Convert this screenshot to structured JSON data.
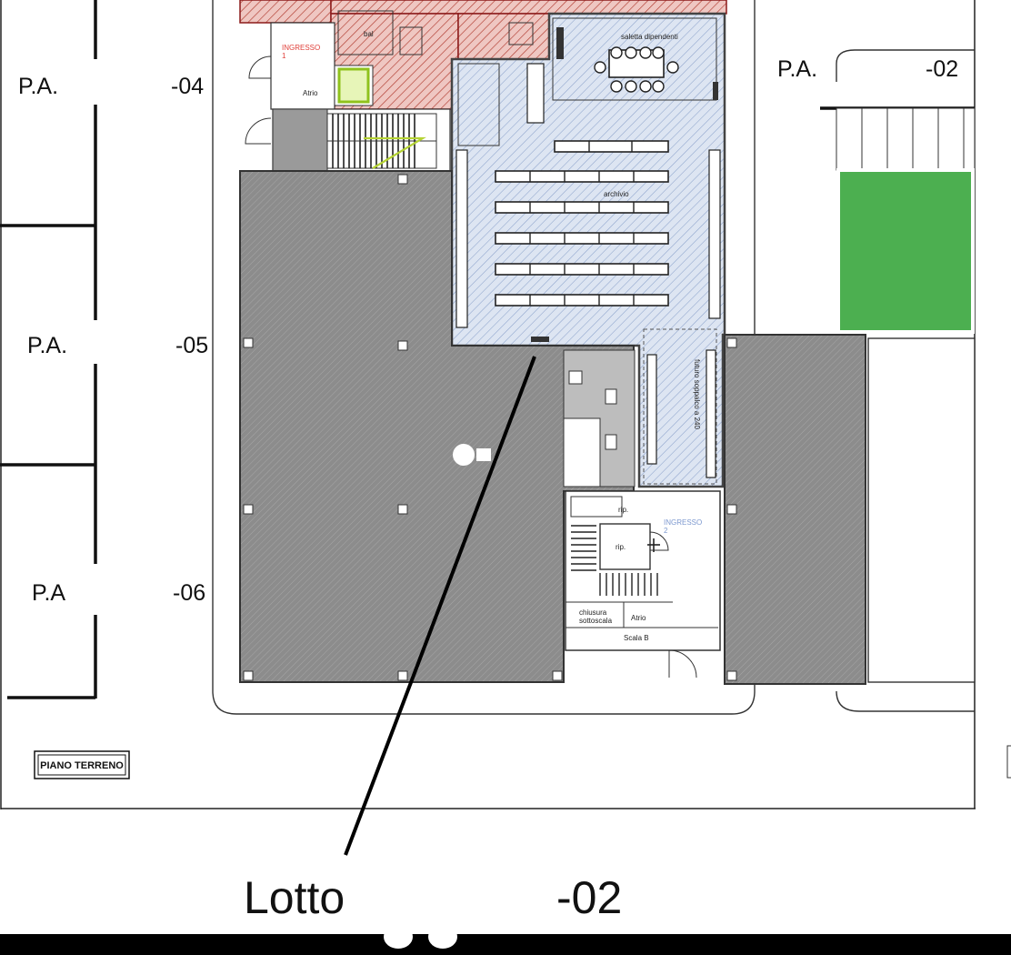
{
  "plan": {
    "units": [
      {
        "id": "left-upper-pa",
        "label": "P.A.",
        "number": "-04"
      },
      {
        "id": "left-middle-pa",
        "label": "P.A.",
        "number": "-05"
      },
      {
        "id": "left-lower-pa",
        "label": "P.A",
        "number": "-06"
      },
      {
        "id": "right-upper-pa",
        "label": "P.A.",
        "number": "-02"
      }
    ],
    "rooms": {
      "entrance_1": "INGRESSO\n1",
      "atrium_1": "Atrio",
      "wc": "bal",
      "staff_room": "saletta dipendenti",
      "archive": "archivio",
      "future_mezzanine": "futuro soppalco a 240",
      "entrance_2": "INGRESSO\n2",
      "stair_landing": "rip.",
      "stair_room": "rip.",
      "under_stair_closure": "chiusura\nsottoscala",
      "atrium_2": "Atrio",
      "stair_b": "Scala B"
    },
    "floor_tag": "PIANO TERRENO"
  },
  "caption": {
    "word": "Lotto",
    "number": "-02"
  },
  "colors": {
    "red_zone": "#c0392b",
    "blue_zone": "#9db2d6",
    "grey_zone": "#8f8f8f",
    "green_elevator": "#9acd32",
    "green_courtyard": "#4caf50",
    "entrance_1_text": "#e0403a",
    "entrance_2_text": "#7c98cf"
  }
}
